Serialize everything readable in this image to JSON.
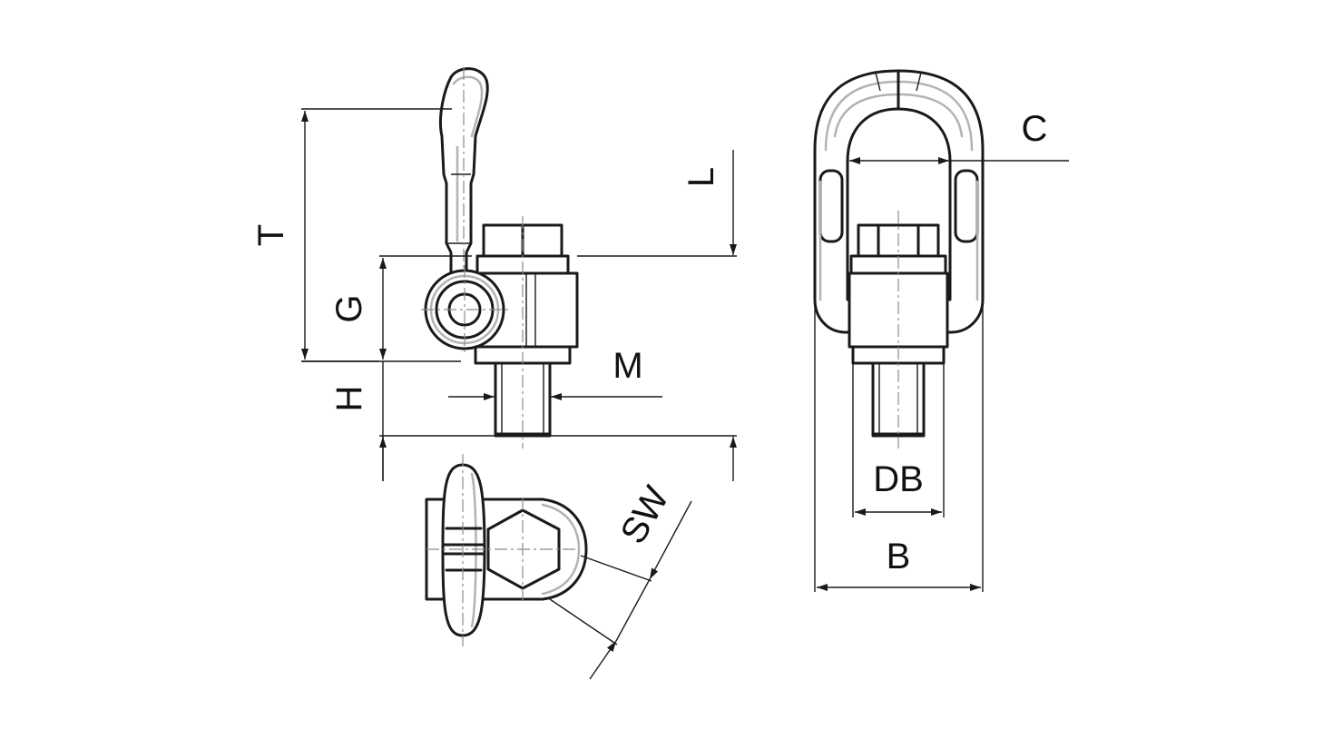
{
  "drawing": {
    "labels": {
      "T": "T",
      "L": "L",
      "G": "G",
      "H": "H",
      "M": "M",
      "SW": "SW",
      "C": "C",
      "DB": "DB",
      "B": "B"
    },
    "colors": {
      "line": "#1a1a1a",
      "hidden_detail": "#b3b3b3",
      "centerline": "#8c8c8c",
      "background": "#ffffff"
    }
  }
}
